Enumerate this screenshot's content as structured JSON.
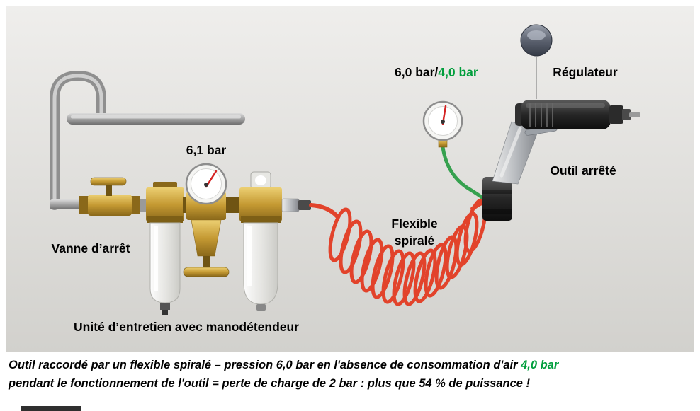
{
  "colors": {
    "highlight_green": "#009e3c",
    "hose_red": "#e2432b",
    "hose_green": "#36a14f",
    "panel_gray": "#dddcd8"
  },
  "diagram": {
    "labels": {
      "tool_pressure_black": "6,0 bar/",
      "tool_pressure_green": "4,0 bar",
      "regulator": "Régulateur",
      "tool_stopped": "Outil arrêté",
      "unit_pressure": "6,1 bar",
      "shutoff_valve": "Vanne d’arrêt",
      "spiral_hose_1": "Flexible",
      "spiral_hose_2": "spiralé",
      "maintenance_unit": "Unité d’entretien avec manodétendeur"
    }
  },
  "caption": {
    "line1": "Outil raccordé par un flexible spiralé – pression 6,0 bar en l'absence de consommation d'air ",
    "line1_highlight": "4,0 bar",
    "line2": "pendant le fonctionnement de l'outil = perte de charge de 2 bar : plus que 54 % de puissance !"
  }
}
